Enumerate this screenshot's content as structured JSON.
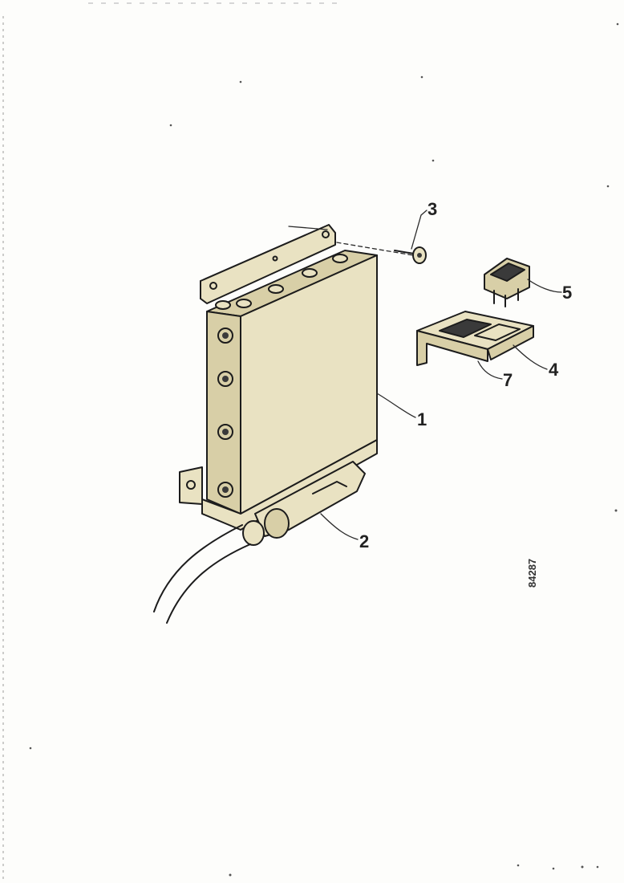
{
  "callouts": {
    "c1": "1",
    "c2": "2",
    "c3": "3",
    "c4": "4",
    "c5": "5",
    "c7": "7"
  },
  "drawing_code": "84287",
  "colors": {
    "paper": "#fdfdfb",
    "part_fill": "#e9e2c2",
    "ink": "#1c1c1c"
  }
}
